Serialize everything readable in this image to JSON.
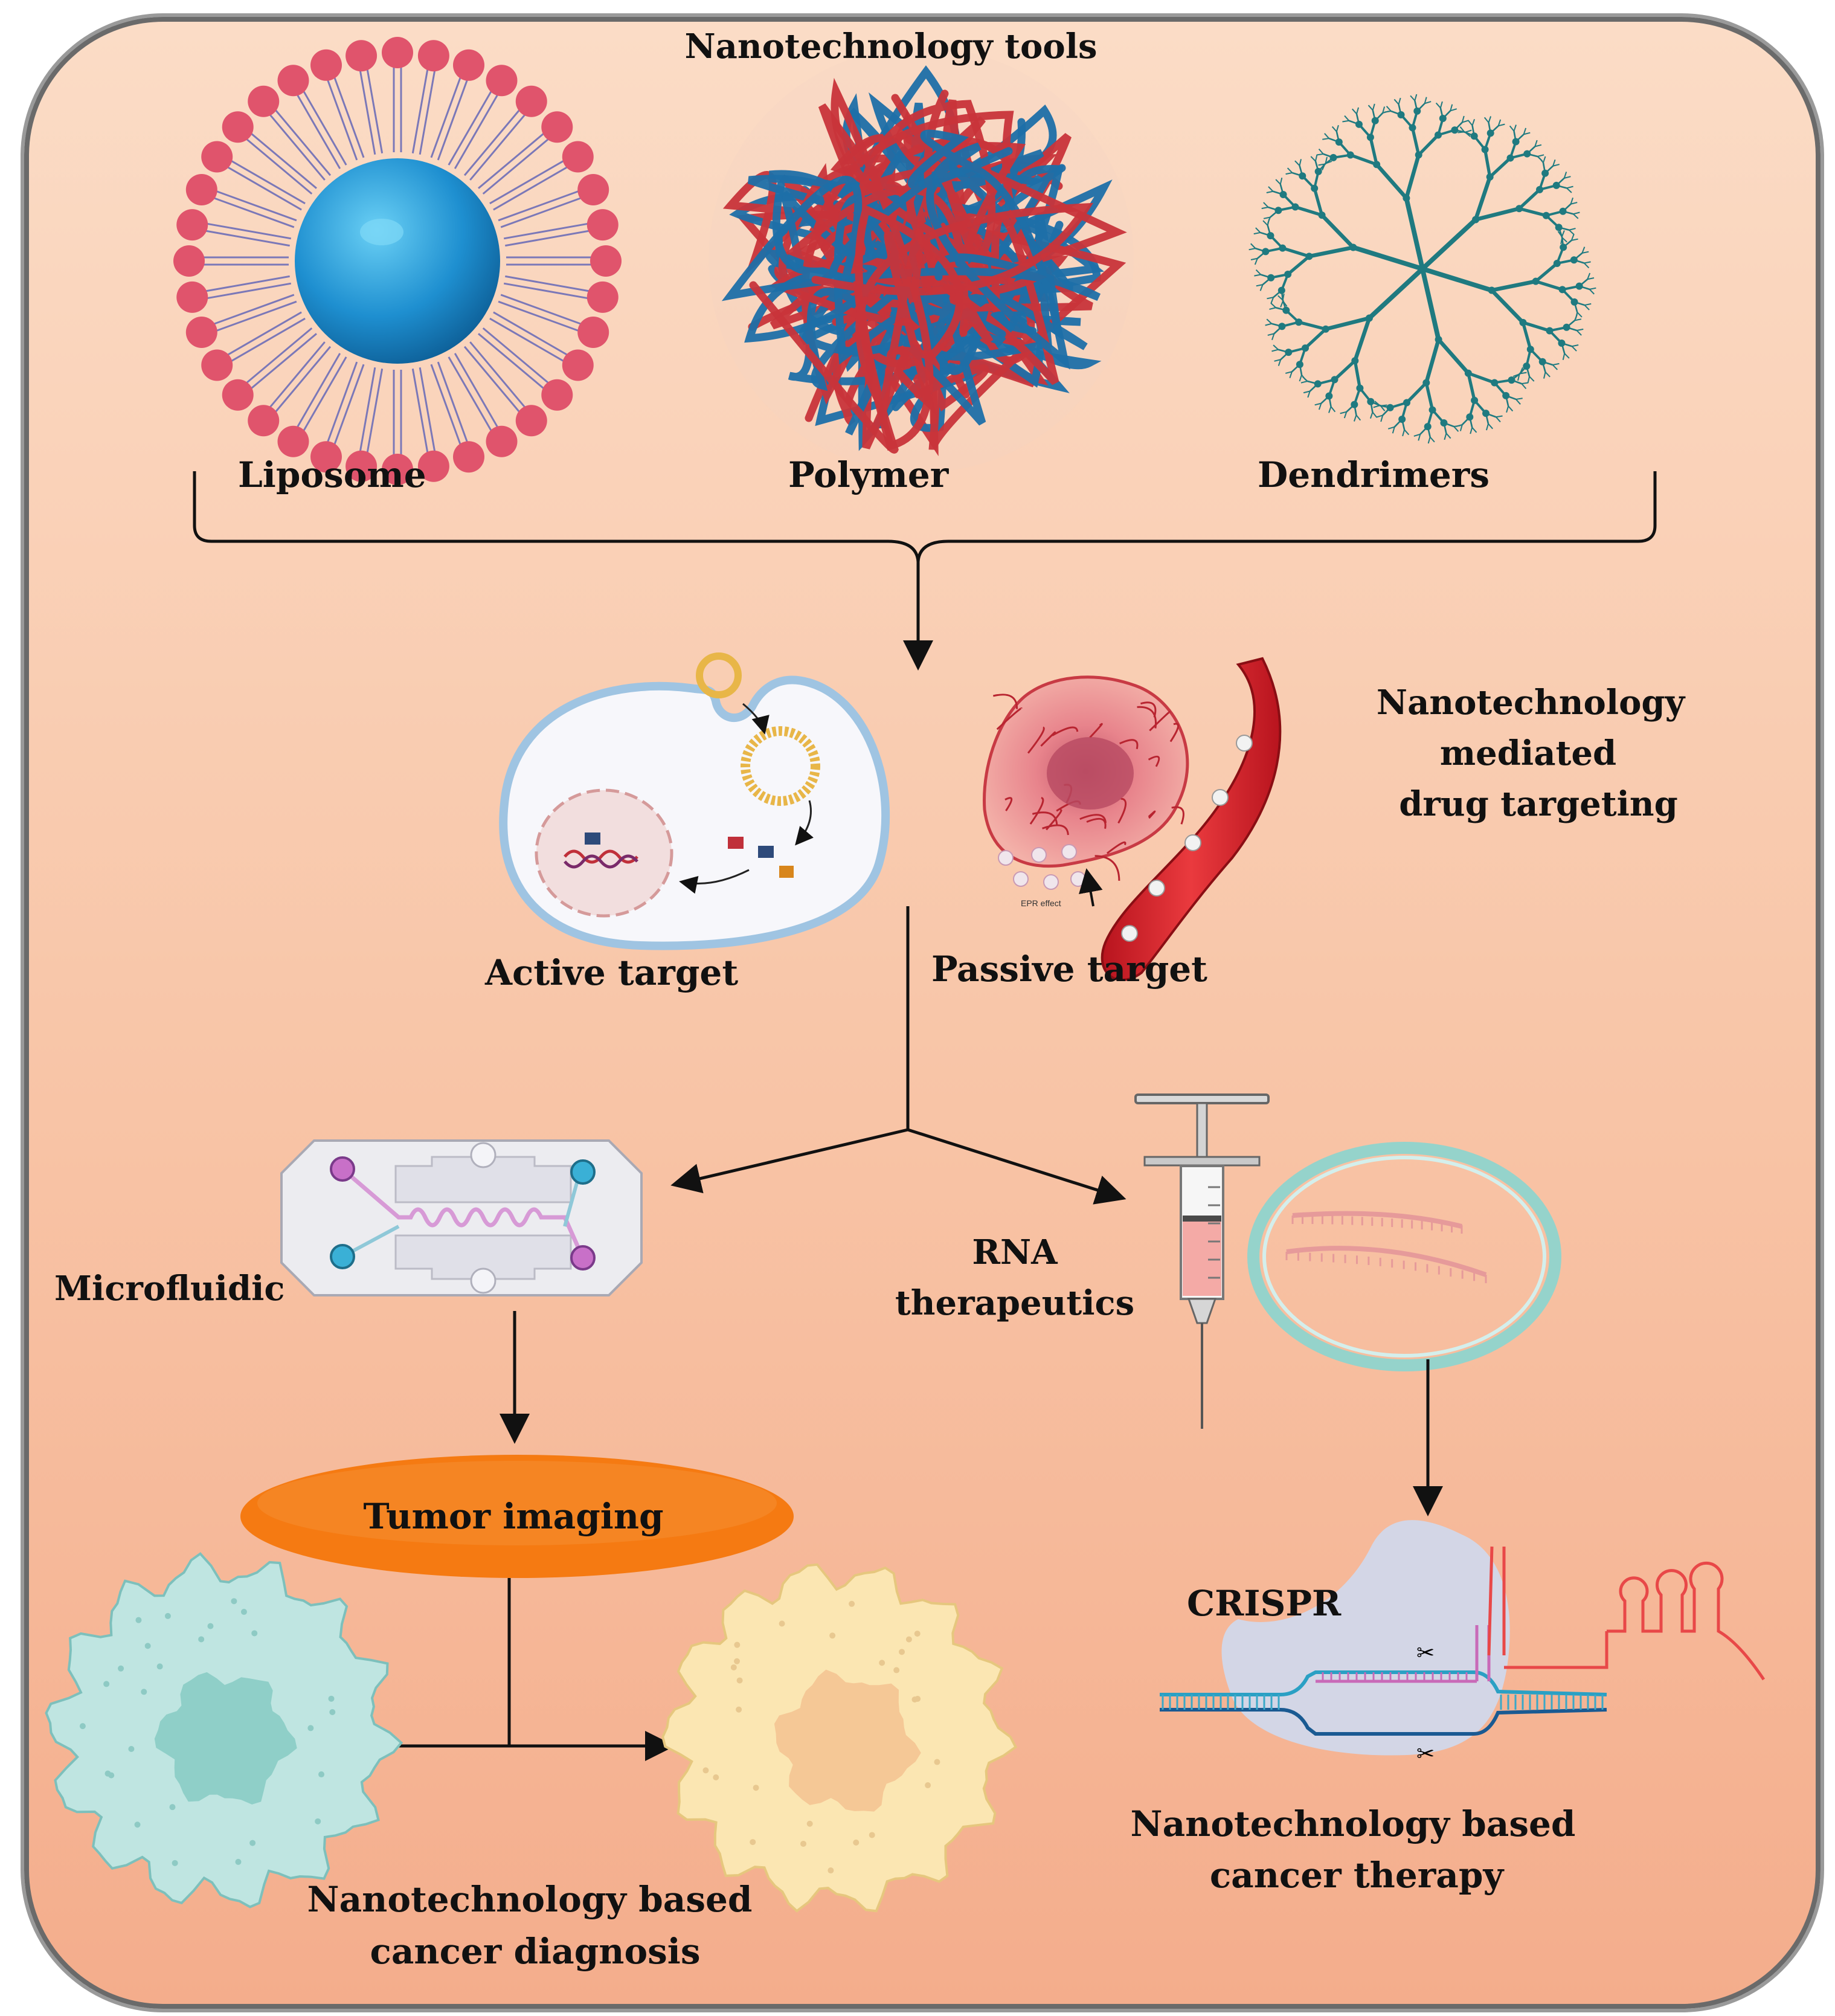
{
  "title": "Nanotechnology tools",
  "tools": {
    "liposome": "Liposome",
    "polymer": "Polymer",
    "dendrimers": "Dendrimers"
  },
  "targeting": {
    "heading_line1": "Nanotechnology",
    "heading_line2": "mediated",
    "heading_line3": "drug targeting",
    "active": "Active target",
    "passive": "Passive target",
    "epr_label": "EPR effect"
  },
  "branches": {
    "microfluidic": "Microfluidic",
    "rna_line1": "RNA",
    "rna_line2": "therapeutics"
  },
  "diagnosis": {
    "imaging": "Tumor imaging",
    "caption_line1": "Nanotechnology based",
    "caption_line2": "cancer diagnosis"
  },
  "therapy": {
    "crispr": "CRISPR",
    "caption_line1": "Nanotechnology based",
    "caption_line2": "cancer therapy"
  },
  "colors": {
    "liposome_head": "#e0546c",
    "liposome_core": "#1e8fd0",
    "polymer_red": "#c8343a",
    "polymer_blue": "#1d6fa8",
    "dendrimer": "#1f7a80",
    "imaging_oval": "#f57a12",
    "syringe_fluid": "#f4aaa6",
    "crispr_blob": "#cfd9ee"
  }
}
